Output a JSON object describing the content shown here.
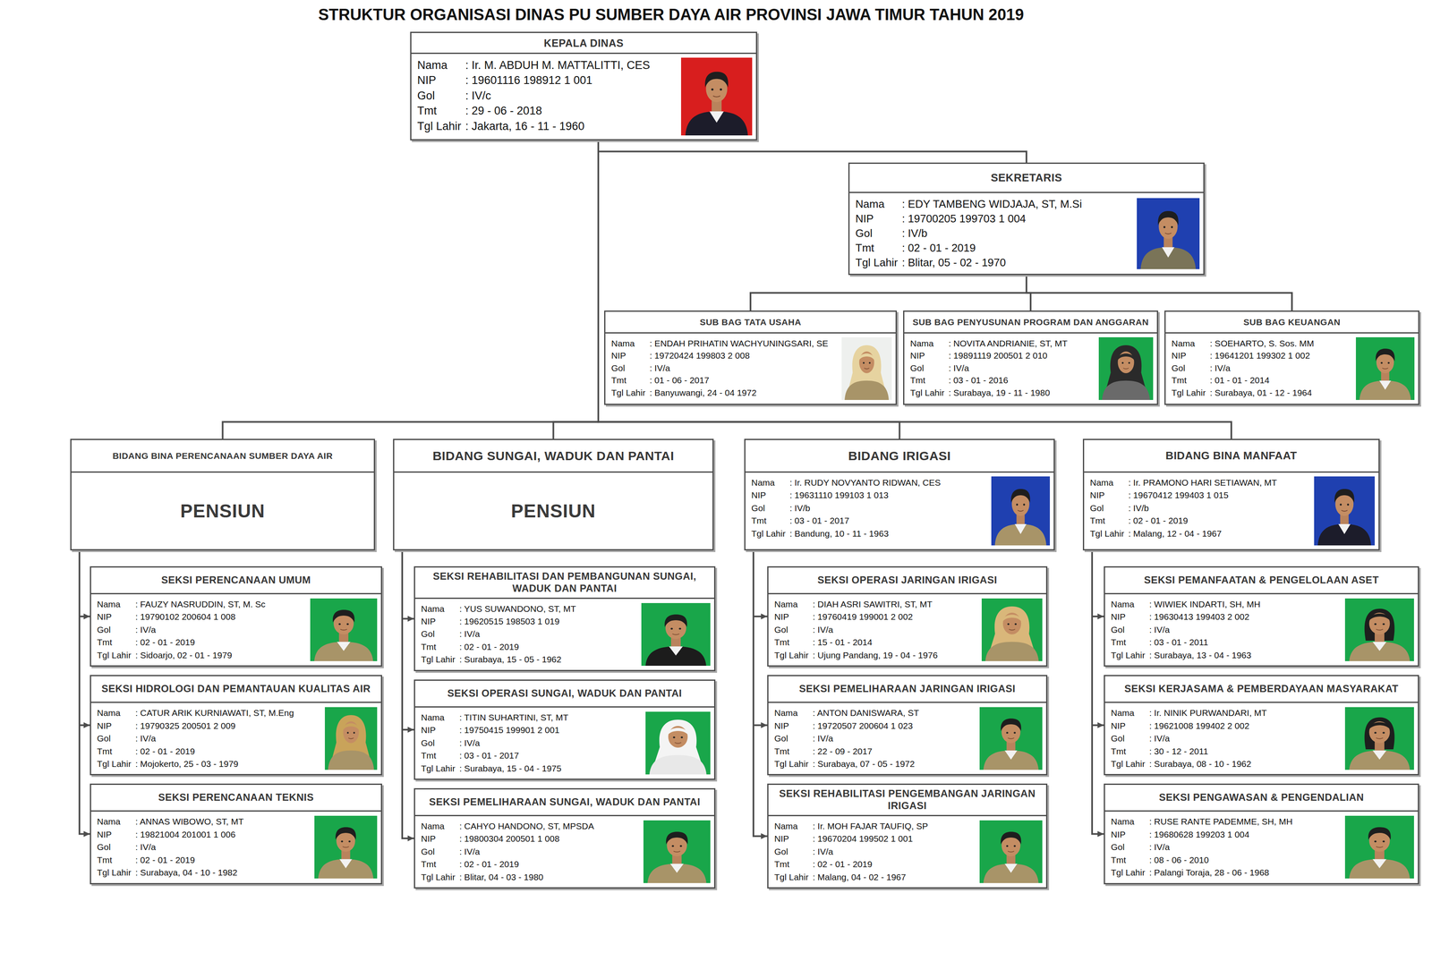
{
  "diagram": {
    "title": "STRUKTUR ORGANISASI DINAS PU SUMBER DAYA AIR PROVINSI JAWA TIMUR TAHUN 2019",
    "nodes": [
      {
        "text": [
          "KEPALA DINAS",
          "Nama",
          ": Ir. M. ABDUH M. MATTALITTI, CES",
          "NIP",
          ": 19601116 198912 1 001",
          "Gol",
          ": IV/c",
          "Tmt",
          ": 29 - 06 - 2018",
          "Tgl Lahir",
          ": Jakarta, 16 - 11 - 1960"
        ]
      },
      {
        "text": [
          "SEKRETARIS",
          "Nama",
          ": EDY TAMBENG WIDJAJA, ST, M.Si",
          "NIP",
          ": 19700205 199703 1 004",
          "Gol",
          ": IV/b",
          "Tmt",
          ": 02 - 01 - 2019",
          "Tgl Lahir",
          ": Blitar, 05 - 02 - 1970"
        ]
      },
      {
        "text": [
          "SUB BAG TATA USAHA",
          "Nama",
          ": ENDAH PRIHATIN WACHYUNINGSARI, SE",
          "NIP",
          ": 19720424 199803 2 008",
          "Gol",
          ": IV/a",
          "Tmt",
          ": 01 - 06 - 2017",
          "Tgl Lahir",
          ": Banyuwangi, 24 - 04 1972"
        ]
      },
      {
        "text": [
          "SUB BAG PENYUSUNAN PROGRAM DAN ANGGARAN",
          "Nama",
          ": NOVITA ANDRIANIE, ST, MT",
          "NIP",
          ": 19891119 200501 2 010",
          "Gol",
          ": IV/a",
          "Tmt",
          ": 03 - 01 - 2016",
          "Tgl Lahir",
          ": Surabaya, 19 - 11 - 1980"
        ]
      },
      {
        "text": [
          "SUB BAG KEUANGAN",
          "Nama",
          ": SOEHARTO, S. Sos. MM",
          "NIP",
          ": 19641201 199302 1 002",
          "Gol",
          ": IV/a",
          "Tmt",
          ": 01 - 01 - 2014",
          "Tgl Lahir",
          ": Surabaya, 01 - 12 - 1964"
        ]
      },
      {
        "text": [
          "BIDANG BINA PERENCANAAN SUMBER DAYA AIR",
          "PENSIUN"
        ]
      },
      {
        "text": [
          "BIDANG SUNGAI, WADUK DAN PANTAI",
          "PENSIUN"
        ]
      },
      {
        "text": [
          "BIDANG IRIGASI",
          "Nama",
          ": Ir. RUDY NOVYANTO RIDWAN, CES",
          "NIP",
          ": 19631110 199103 1 013",
          "Gol",
          ": IV/b",
          "Tmt",
          ": 03 - 01 - 2017",
          "Tgl Lahir",
          ": Bandung, 10 - 11 - 1963"
        ]
      },
      {
        "text": [
          "BIDANG BINA MANFAAT",
          "Nama",
          ": Ir. PRAMONO HARI SETIAWAN, MT",
          "NIP",
          ": 19670412 199403 1 015",
          "Gol",
          ": IV/b",
          "Tmt",
          ": 02 - 01 - 2019",
          "Tgl Lahir",
          ": Malang, 12 - 04 - 1967"
        ]
      },
      {
        "text": [
          "SEKSI PERENCANAAN UMUM",
          "Nama",
          ": FAUZY NASRUDDIN, ST, M. Sc",
          "NIP",
          ": 19790102 200604 1 008",
          "Gol",
          ": IV/a",
          "Tmt",
          ": 02 - 01 - 2019",
          "Tgl Lahir",
          ": Sidoarjo, 02 - 01 - 1979"
        ]
      },
      {
        "text": [
          "SEKSI HIDROLOGI DAN PEMANTAUAN KUALITAS AIR",
          "Nama",
          ": CATUR ARIK KURNIAWATI, ST, M.Eng",
          "NIP",
          ": 19790325 200501 2 009",
          "Gol",
          ": IV/a",
          "Tmt",
          ": 02 - 01 - 2019",
          "Tgl Lahir",
          ": Mojokerto, 25 - 03 - 1979"
        ]
      },
      {
        "text": [
          "SEKSI PERENCANAAN TEKNIS",
          "Nama",
          ": ANNAS WIBOWO, ST, MT",
          "NIP",
          ": 19821004 201001 1 006",
          "Gol",
          ": IV/a",
          "Tmt",
          ": 02 - 01 - 2019",
          "Tgl Lahir",
          ": Surabaya, 04 - 10 - 1982"
        ]
      },
      {
        "text": [
          "SEKSI REHABILITASI DAN PEMBANGUNAN SUNGAI, WADUK DAN PANTAI",
          "Nama",
          ": YUS SUWANDONO, ST, MT",
          "NIP",
          ": 19620515 198503 1 019",
          "Gol",
          ": IV/a",
          "Tmt",
          ": 02 - 01 - 2019",
          "Tgl Lahir",
          ": Surabaya, 15 - 05 - 1962"
        ]
      },
      {
        "text": [
          "SEKSI OPERASI SUNGAI, WADUK DAN PANTAI",
          "Nama",
          ": TITIN SUHARTINI, ST, MT",
          "NIP",
          ": 19750415 199901 2 001",
          "Gol",
          ": IV/a",
          "Tmt",
          ": 03 - 01 - 2017",
          "Tgl Lahir",
          ": Surabaya, 15 - 04 - 1975"
        ]
      },
      {
        "text": [
          "SEKSI PEMELIHARAAN SUNGAI, WADUK DAN PANTAI",
          "Nama",
          ": CAHYO HANDONO, ST, MPSDA",
          "NIP",
          ": 19800304 200501 1 008",
          "Gol",
          ": IV/a",
          "Tmt",
          ": 02 - 01 - 2019",
          "Tgl Lahir",
          ": Blitar, 04 - 03 - 1980"
        ]
      },
      {
        "text": [
          "SEKSI OPERASI JARINGAN IRIGASI",
          "Nama",
          ": DIAH ASRI SAWITRI, ST, MT",
          "NIP",
          ": 19760419 199001 2 002",
          "Gol",
          ": IV/a",
          "Tmt",
          ": 15 - 01 - 2014",
          "Tgl Lahir",
          ": Ujung Pandang, 19 - 04 - 1976"
        ]
      },
      {
        "text": [
          "SEKSI PEMELIHARAAN JARINGAN IRIGASI",
          "Nama",
          ": ANTON DANISWARA, ST",
          "NIP",
          ": 19720507 200604 1 023",
          "Gol",
          ": IV/a",
          "Tmt",
          ": 22 - 09 - 2017",
          "Tgl Lahir",
          ": Surabaya, 07 - 05 - 1972"
        ]
      },
      {
        "text": [
          "SEKSI REHABILITASI PENGEMBANGAN JARINGAN IRIGASI",
          "Nama",
          ": Ir. MOH FAJAR TAUFIQ, SP",
          "NIP",
          ": 19670204 199502 1 001",
          "Gol",
          ": IV/a",
          "Tmt",
          ": 02 - 01 - 2019",
          "Tgl Lahir",
          ": Malang, 04 - 02 - 1967"
        ]
      },
      {
        "text": [
          "SEKSI PEMANFAATAN & PENGELOLAAN ASET",
          "Nama",
          ": WIWIEK INDARTI, SH, MH",
          "NIP",
          ": 19630413 199403 2 002",
          "Gol",
          ": IV/a",
          "Tmt",
          ": 03 - 01 - 2011",
          "Tgl Lahir",
          ": Surabaya, 13 - 04 - 1963"
        ]
      },
      {
        "text": [
          "SEKSI KERJASAMA & PEMBERDAYAAN MASYARAKAT",
          "Nama",
          ": Ir. NINIK PURWANDARI, MT",
          "NIP",
          ": 19621008 199402 2 002",
          "Gol",
          ": IV/a",
          "Tmt",
          ": 30 - 12 - 2011",
          "Tgl Lahir",
          ": Surabaya, 08 - 10 - 1962"
        ]
      },
      {
        "text": [
          "SEKSI PENGAWASAN & PENGENDALIAN",
          "Nama",
          ": RUSE RANTE PADEMME, SH, MH",
          "NIP",
          ": 19680628 199203 1 004",
          "Gol",
          ": IV/a",
          "Tmt",
          ": 08 - 06 - 2010",
          "Tgl Lahir",
          ": Palangi Toraja, 28 - 06 - 1968"
        ]
      }
    ],
    "edges": [
      {
        "from": 0,
        "to": 1,
        "arrow": "none"
      },
      {
        "from": 1,
        "to": 2,
        "arrow": "none"
      },
      {
        "from": 1,
        "to": 3,
        "arrow": "none"
      },
      {
        "from": 1,
        "to": 4,
        "arrow": "none"
      },
      {
        "from": 0,
        "to": 5,
        "arrow": "none"
      },
      {
        "from": 0,
        "to": 6,
        "arrow": "none"
      },
      {
        "from": 0,
        "to": 7,
        "arrow": "none"
      },
      {
        "from": 0,
        "to": 8,
        "arrow": "none"
      },
      {
        "from": 5,
        "to": 9,
        "arrow": "to"
      },
      {
        "from": 5,
        "to": 10,
        "arrow": "to"
      },
      {
        "from": 5,
        "to": 11,
        "arrow": "to"
      },
      {
        "from": 6,
        "to": 12,
        "arrow": "to"
      },
      {
        "from": 6,
        "to": 13,
        "arrow": "to"
      },
      {
        "from": 6,
        "to": 14,
        "arrow": "to"
      },
      {
        "from": 7,
        "to": 15,
        "arrow": "to"
      },
      {
        "from": 7,
        "to": 16,
        "arrow": "to"
      },
      {
        "from": 7,
        "to": 17,
        "arrow": "to"
      },
      {
        "from": 8,
        "to": 18,
        "arrow": "to"
      },
      {
        "from": 8,
        "to": 19,
        "arrow": "to"
      },
      {
        "from": 8,
        "to": 20,
        "arrow": "to"
      }
    ]
  }
}
